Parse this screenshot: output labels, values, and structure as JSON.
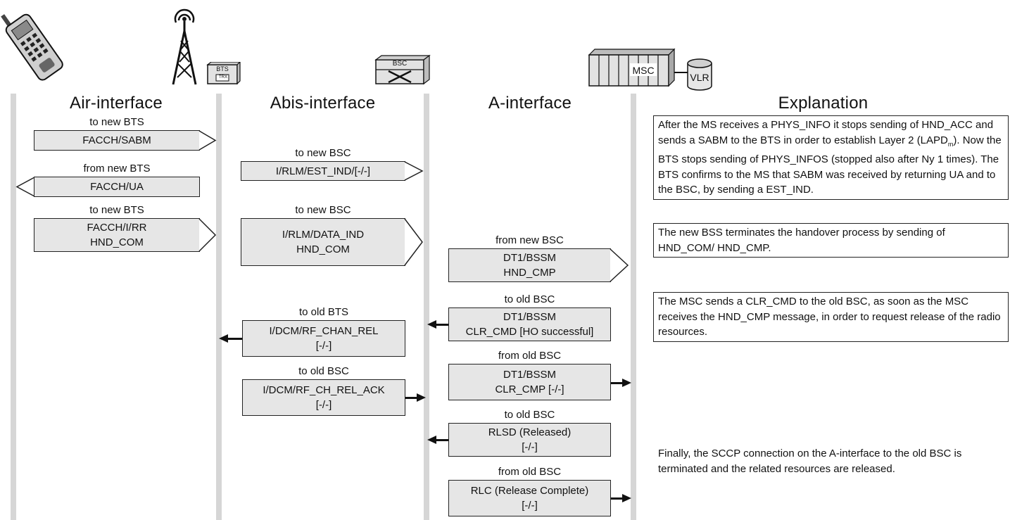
{
  "headers": {
    "air": "Air-interface",
    "abis": "Abis-interface",
    "a": "A-interface",
    "explanation": "Explanation"
  },
  "icons": {
    "mobile": "mobile-phone-icon",
    "bts": "bts-tower-icon",
    "bts_box": "BTS",
    "trx_label": "TRX",
    "bsc_label": "BSC",
    "msc_label": "MSC",
    "vlr_label": "VLR"
  },
  "air_msgs": [
    {
      "caption": "to new BTS",
      "lines": [
        "FACCH/SABM"
      ],
      "direction": "right"
    },
    {
      "caption": "from new BTS",
      "lines": [
        "FACCH/UA"
      ],
      "direction": "left"
    },
    {
      "caption": "to new BTS",
      "lines": [
        "FACCH/I/RR",
        "HND_COM"
      ],
      "direction": "right"
    }
  ],
  "abis_msgs": [
    {
      "caption": "to new BSC",
      "lines": [
        "I/RLM/EST_IND/[-/-]"
      ],
      "direction": "right"
    },
    {
      "caption": "to new BSC",
      "lines": [
        "I/RLM/DATA_IND",
        "HND_COM"
      ],
      "direction": "right"
    },
    {
      "caption": "to old BTS",
      "lines": [
        "I/DCM/RF_CHAN_REL",
        "[-/-]"
      ],
      "direction": "left"
    },
    {
      "caption": "to old BSC",
      "lines": [
        "I/DCM/RF_CH_REL_ACK",
        "[-/-]"
      ],
      "direction": "right"
    }
  ],
  "a_msgs": [
    {
      "caption": "from new BSC",
      "lines": [
        "DT1/BSSM",
        "HND_CMP"
      ],
      "direction": "right"
    },
    {
      "caption": "to old BSC",
      "lines": [
        "DT1/BSSM",
        "CLR_CMD [HO successful]"
      ],
      "direction": "left"
    },
    {
      "caption": "from old BSC",
      "lines": [
        "DT1/BSSM",
        "CLR_CMP [-/-]"
      ],
      "direction": "right"
    },
    {
      "caption": "to old BSC",
      "lines": [
        "RLSD (Released)",
        "[-/-]"
      ],
      "direction": "left"
    },
    {
      "caption": "from old BSC",
      "lines": [
        "RLC (Release Complete)",
        "[-/-]"
      ],
      "direction": "right"
    }
  ],
  "notes": [
    {
      "text_before": "After the MS receives a PHYS_INFO it stops sending of HND_ACC and sends a SABM to the BTS in order to establish Layer 2 (LAPD",
      "sub": "m",
      "text_after": "). Now the BTS stops sending of PHYS_INFOS (stopped also after Ny 1 times). The BTS confirms to the MS that SABM was received by returning UA and to the BSC, by sending a EST_IND."
    },
    {
      "text_before": "The new BSS terminates the handover process by sending of HND_COM/ HND_CMP.",
      "sub": "",
      "text_after": ""
    },
    {
      "text_before": "The MSC sends a CLR_CMD to the old BSC, as soon as the MSC receives the HND_CMP message, in order to request release of the radio resources.",
      "sub": "",
      "text_after": ""
    },
    {
      "text_before": "Finally, the SCCP connection on the A-interface to the old BSC is terminated and the related resources are released.",
      "sub": "",
      "text_after": ""
    }
  ]
}
